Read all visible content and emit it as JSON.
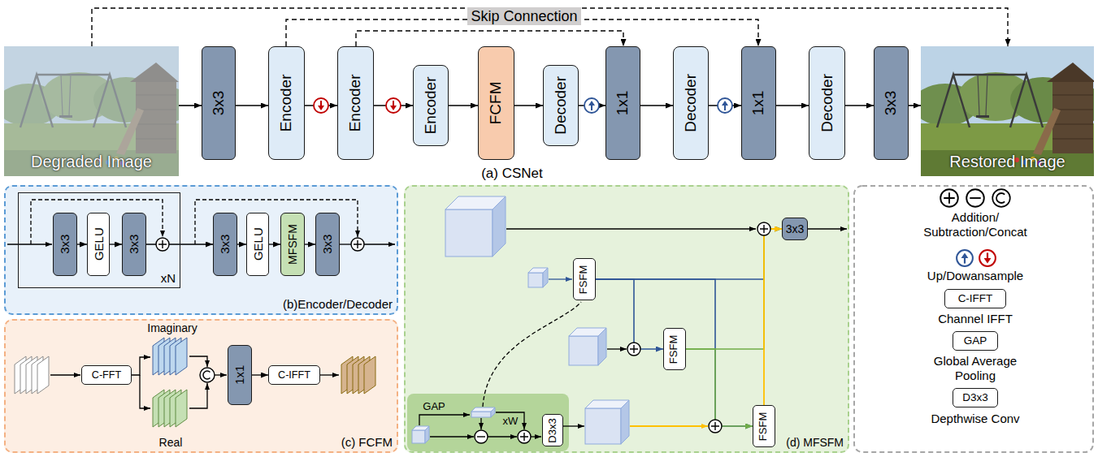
{
  "diagram": {
    "nodes": [
      {
        "text": [
          "Degraded Image"
        ]
      },
      {
        "text": [
          "3x3"
        ]
      },
      {
        "text": [
          "Encoder"
        ]
      },
      {
        "text": [
          "Encoder"
        ]
      },
      {
        "text": [
          "Encoder"
        ]
      },
      {
        "text": [
          "FCFM"
        ]
      },
      {
        "text": [
          "Decoder"
        ]
      },
      {
        "text": [
          "1x1"
        ]
      },
      {
        "text": [
          "Decoder"
        ]
      },
      {
        "text": [
          "1x1"
        ]
      },
      {
        "text": [
          "Decoder"
        ]
      },
      {
        "text": [
          "3x3"
        ]
      },
      {
        "text": [
          "Restored Image"
        ]
      },
      {
        "text": [
          "(b)Encoder/Decoder"
        ]
      },
      {
        "text": [
          "xN"
        ],
        "in": 13
      },
      {
        "text": [
          "3x3"
        ],
        "in": 14
      },
      {
        "text": [
          "GELU"
        ],
        "in": 14
      },
      {
        "text": [
          "3x3"
        ],
        "in": 14
      },
      {
        "text": [
          "3x3"
        ],
        "in": 13
      },
      {
        "text": [
          "GELU"
        ],
        "in": 13
      },
      {
        "text": [
          "MFSFM"
        ],
        "in": 13
      },
      {
        "text": [
          "3x3"
        ],
        "in": 13
      },
      {
        "text": [
          "(c) FCFM"
        ]
      },
      {
        "text": [
          "C-FFT"
        ],
        "in": 22
      },
      {
        "text": [
          "1x1"
        ],
        "in": 22
      },
      {
        "text": [
          "C-IFFT"
        ],
        "in": 22
      },
      {
        "text": [
          "(d) MFSFM"
        ]
      },
      {
        "text": [
          "FSFM"
        ],
        "in": 26
      },
      {
        "text": [
          "FSFM"
        ],
        "in": 26
      },
      {
        "text": [
          "FSFM"
        ],
        "in": 26
      },
      {
        "text": [
          "3x3"
        ],
        "in": 26
      },
      {
        "text": [
          "D3x3"
        ],
        "in": 26
      },
      {
        "text": [
          "C-IFFT"
        ]
      },
      {
        "text": [
          "GAP"
        ]
      },
      {
        "text": [
          "D3x3"
        ]
      }
    ],
    "edges": [
      {
        "from": 0,
        "to": 1,
        "arrow": "to"
      },
      {
        "from": 1,
        "to": 2,
        "arrow": "to"
      },
      {
        "from": 2,
        "to": 3,
        "arrow": "to"
      },
      {
        "from": 3,
        "to": 4,
        "arrow": "to"
      },
      {
        "from": 4,
        "to": 5,
        "arrow": "to"
      },
      {
        "from": 5,
        "to": 6,
        "arrow": "to"
      },
      {
        "from": 6,
        "to": 7,
        "arrow": "to"
      },
      {
        "from": 7,
        "to": 8,
        "arrow": "to"
      },
      {
        "from": 8,
        "to": 9,
        "arrow": "to"
      },
      {
        "from": 9,
        "to": 10,
        "arrow": "to"
      },
      {
        "from": 10,
        "to": 11,
        "arrow": "to"
      },
      {
        "from": 11,
        "to": 12,
        "arrow": "to"
      },
      {
        "from": 0,
        "to": 12,
        "arrow": "to"
      },
      {
        "from": 2,
        "to": 9,
        "arrow": "to"
      },
      {
        "from": 3,
        "to": 7,
        "arrow": "to"
      },
      {
        "from": 15,
        "to": 16,
        "arrow": "to"
      },
      {
        "from": 16,
        "to": 17,
        "arrow": "to"
      },
      {
        "from": 17,
        "to": 18,
        "arrow": "to"
      },
      {
        "from": 18,
        "to": 19,
        "arrow": "to"
      },
      {
        "from": 19,
        "to": 20,
        "arrow": "to"
      },
      {
        "from": 20,
        "to": 21,
        "arrow": "to"
      },
      {
        "from": 24,
        "to": 25,
        "arrow": "to"
      },
      {
        "from": 27,
        "to": 28,
        "arrow": "to"
      },
      {
        "from": 27,
        "to": 29,
        "arrow": "to"
      },
      {
        "from": 27,
        "to": 30,
        "arrow": "to"
      },
      {
        "from": 28,
        "to": 29,
        "arrow": "to"
      },
      {
        "from": 28,
        "to": 30,
        "arrow": "to"
      },
      {
        "from": 29,
        "to": 30,
        "arrow": "to"
      }
    ],
    "labels": [
      "Skip Connection",
      "(a) CSNet",
      "Imaginary",
      "Real",
      "GAP",
      "xW"
    ],
    "legend": [
      {
        "text": "Addition/ Subtraction/Concat"
      },
      {
        "text": "Up/Dowansample"
      },
      {
        "text": "Channel IFFT"
      },
      {
        "text": "Global Average Pooling"
      },
      {
        "text": "Depthwise Conv"
      }
    ]
  }
}
